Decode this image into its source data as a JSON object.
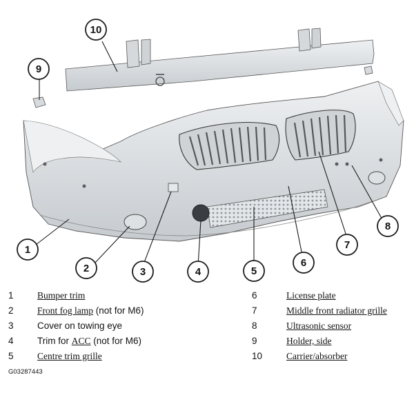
{
  "callouts": [
    "1",
    "2",
    "3",
    "4",
    "5",
    "6",
    "7",
    "8",
    "9",
    "10"
  ],
  "legend": [
    {
      "num": "1",
      "parts": [
        {
          "t": "Bumper trim",
          "u": true
        }
      ]
    },
    {
      "num": "2",
      "parts": [
        {
          "t": "Front fog lamp",
          "u": true
        },
        {
          "t": " (not for M6)",
          "u": false
        }
      ]
    },
    {
      "num": "3",
      "parts": [
        {
          "t": "Cover on towing eye",
          "u": false
        }
      ]
    },
    {
      "num": "4",
      "parts": [
        {
          "t": "Trim for ",
          "u": false
        },
        {
          "t": "ACC",
          "u": true
        },
        {
          "t": " (not for M6)",
          "u": false
        }
      ]
    },
    {
      "num": "5",
      "parts": [
        {
          "t": "Centre trim grille",
          "u": true
        }
      ]
    },
    {
      "num": "6",
      "parts": [
        {
          "t": "License plate",
          "u": true
        }
      ]
    },
    {
      "num": "7",
      "parts": [
        {
          "t": "Middle front radiator grille",
          "u": true
        }
      ]
    },
    {
      "num": "8",
      "parts": [
        {
          "t": "Ultrasonic sensor",
          "u": true
        }
      ]
    },
    {
      "num": "9",
      "parts": [
        {
          "t": "Holder, side",
          "u": true
        }
      ]
    },
    {
      "num": "10",
      "parts": [
        {
          "t": "Carrier/absorber",
          "u": true
        }
      ]
    }
  ],
  "figure_code": "G03287443",
  "colors": {
    "part_fill": "#dfe3e6",
    "part_shade": "#c9ced2",
    "line": "#1a1a1a"
  }
}
